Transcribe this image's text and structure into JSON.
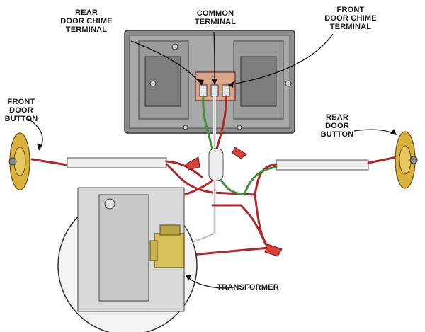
{
  "diagram": {
    "title": "Doorbell chime wiring diagram",
    "labels": {
      "rear_chime_terminal": [
        "REAR",
        "DOOR CHIME",
        "TERMINAL"
      ],
      "common_terminal": [
        "COMMON",
        "TERMINAL"
      ],
      "front_chime_terminal": [
        "FRONT",
        "DOOR CHIME",
        "TERMINAL"
      ],
      "front_button": [
        "FRONT",
        "DOOR",
        "BUTTON"
      ],
      "rear_button": [
        "REAR",
        "DOOR",
        "BUTTON"
      ],
      "transformer": "TRANSFORMER"
    },
    "colors": {
      "wire_red": "#b3262b",
      "wire_green": "#3f8f3a",
      "wire_white": "#e8e8e8",
      "button_brass": "#d9b23a",
      "chime_box": "#9a9a9a",
      "terminal_block": "#d9a48a",
      "wire_nut": "#d8403a",
      "transformer": "#d6c25a"
    }
  }
}
